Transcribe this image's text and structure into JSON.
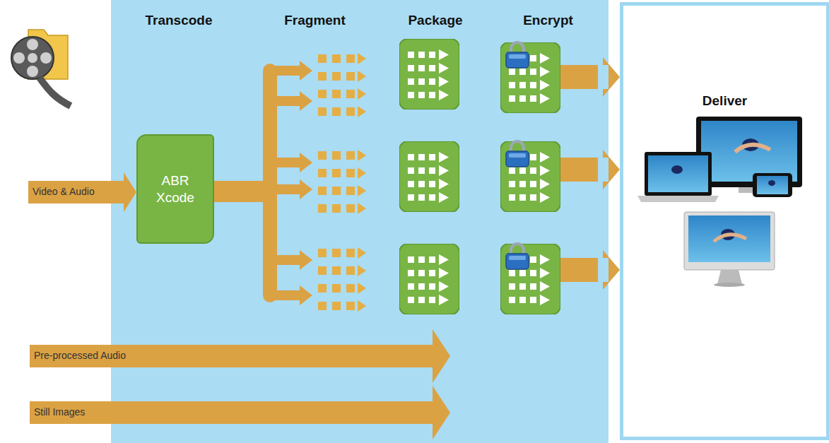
{
  "diagram": {
    "nodes": [
      {
        "text": [
          "Transcode"
        ]
      },
      {
        "text": [
          "ABR Xcode"
        ],
        "in": 0
      },
      {
        "text": [
          "Fragment"
        ]
      },
      {
        "text": [
          "Package"
        ]
      },
      {
        "text": [
          "Encrypt"
        ]
      },
      {
        "text": [
          "Deliver"
        ]
      }
    ],
    "edges": [
      {
        "from": 4,
        "to": 5,
        "arrow": "to"
      },
      {
        "from": 4,
        "to": 5,
        "arrow": "to"
      },
      {
        "from": 4,
        "to": 5,
        "arrow": "to"
      }
    ],
    "labels": [
      "Video & Audio",
      "Pre-processed Audio",
      "Still Images"
    ]
  }
}
